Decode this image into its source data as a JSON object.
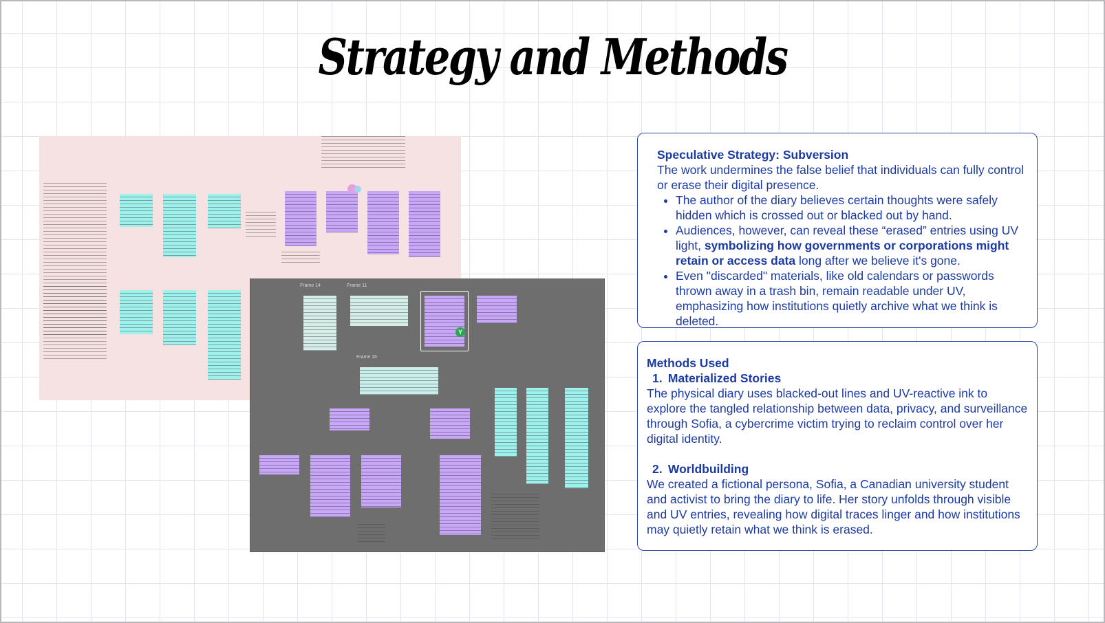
{
  "slide": {
    "title": "Strategy and Methods"
  },
  "collage": {
    "frames": [
      "Frame 14",
      "Frame 11",
      "Frame 16"
    ],
    "avatar_initial": "Y"
  },
  "strategy_card": {
    "heading": "Speculative Strategy: Subversion",
    "intro": "The work undermines the false belief that individuals can fully control or erase their digital presence.",
    "bullets": {
      "first": "The author of the diary believes certain thoughts were safely hidden which is crossed out or blacked out by hand.",
      "second_before": "Audiences, however, can reveal these “erased” entries using UV light, ",
      "second_bold": "symbolizing how governments or corporations might retain or access data",
      "second_after": " long after we believe it's gone.",
      "third": "Even \"discarded\" materials, like old calendars or passwords thrown away in a trash bin, remain readable under UV, emphasizing how institutions quietly archive what we think is deleted."
    }
  },
  "methods_card": {
    "heading": "Methods Used",
    "method1": {
      "number": "1.",
      "title": "Materialized Stories",
      "text": "The physical diary uses blacked-out lines and UV-reactive ink to explore the tangled relationship between data, privacy, and surveillance through Sofia, a cybercrime victim trying to reclaim control over her digital identity."
    },
    "method2": {
      "number": "2.",
      "title": "Worldbuilding",
      "text": "We created a fictional persona, Sofia, a Canadian university student and activist to bring the diary to life. Her story unfolds through visible and UV entries, revealing how digital traces linger and how institutions may quietly retain what we think is erased."
    }
  }
}
